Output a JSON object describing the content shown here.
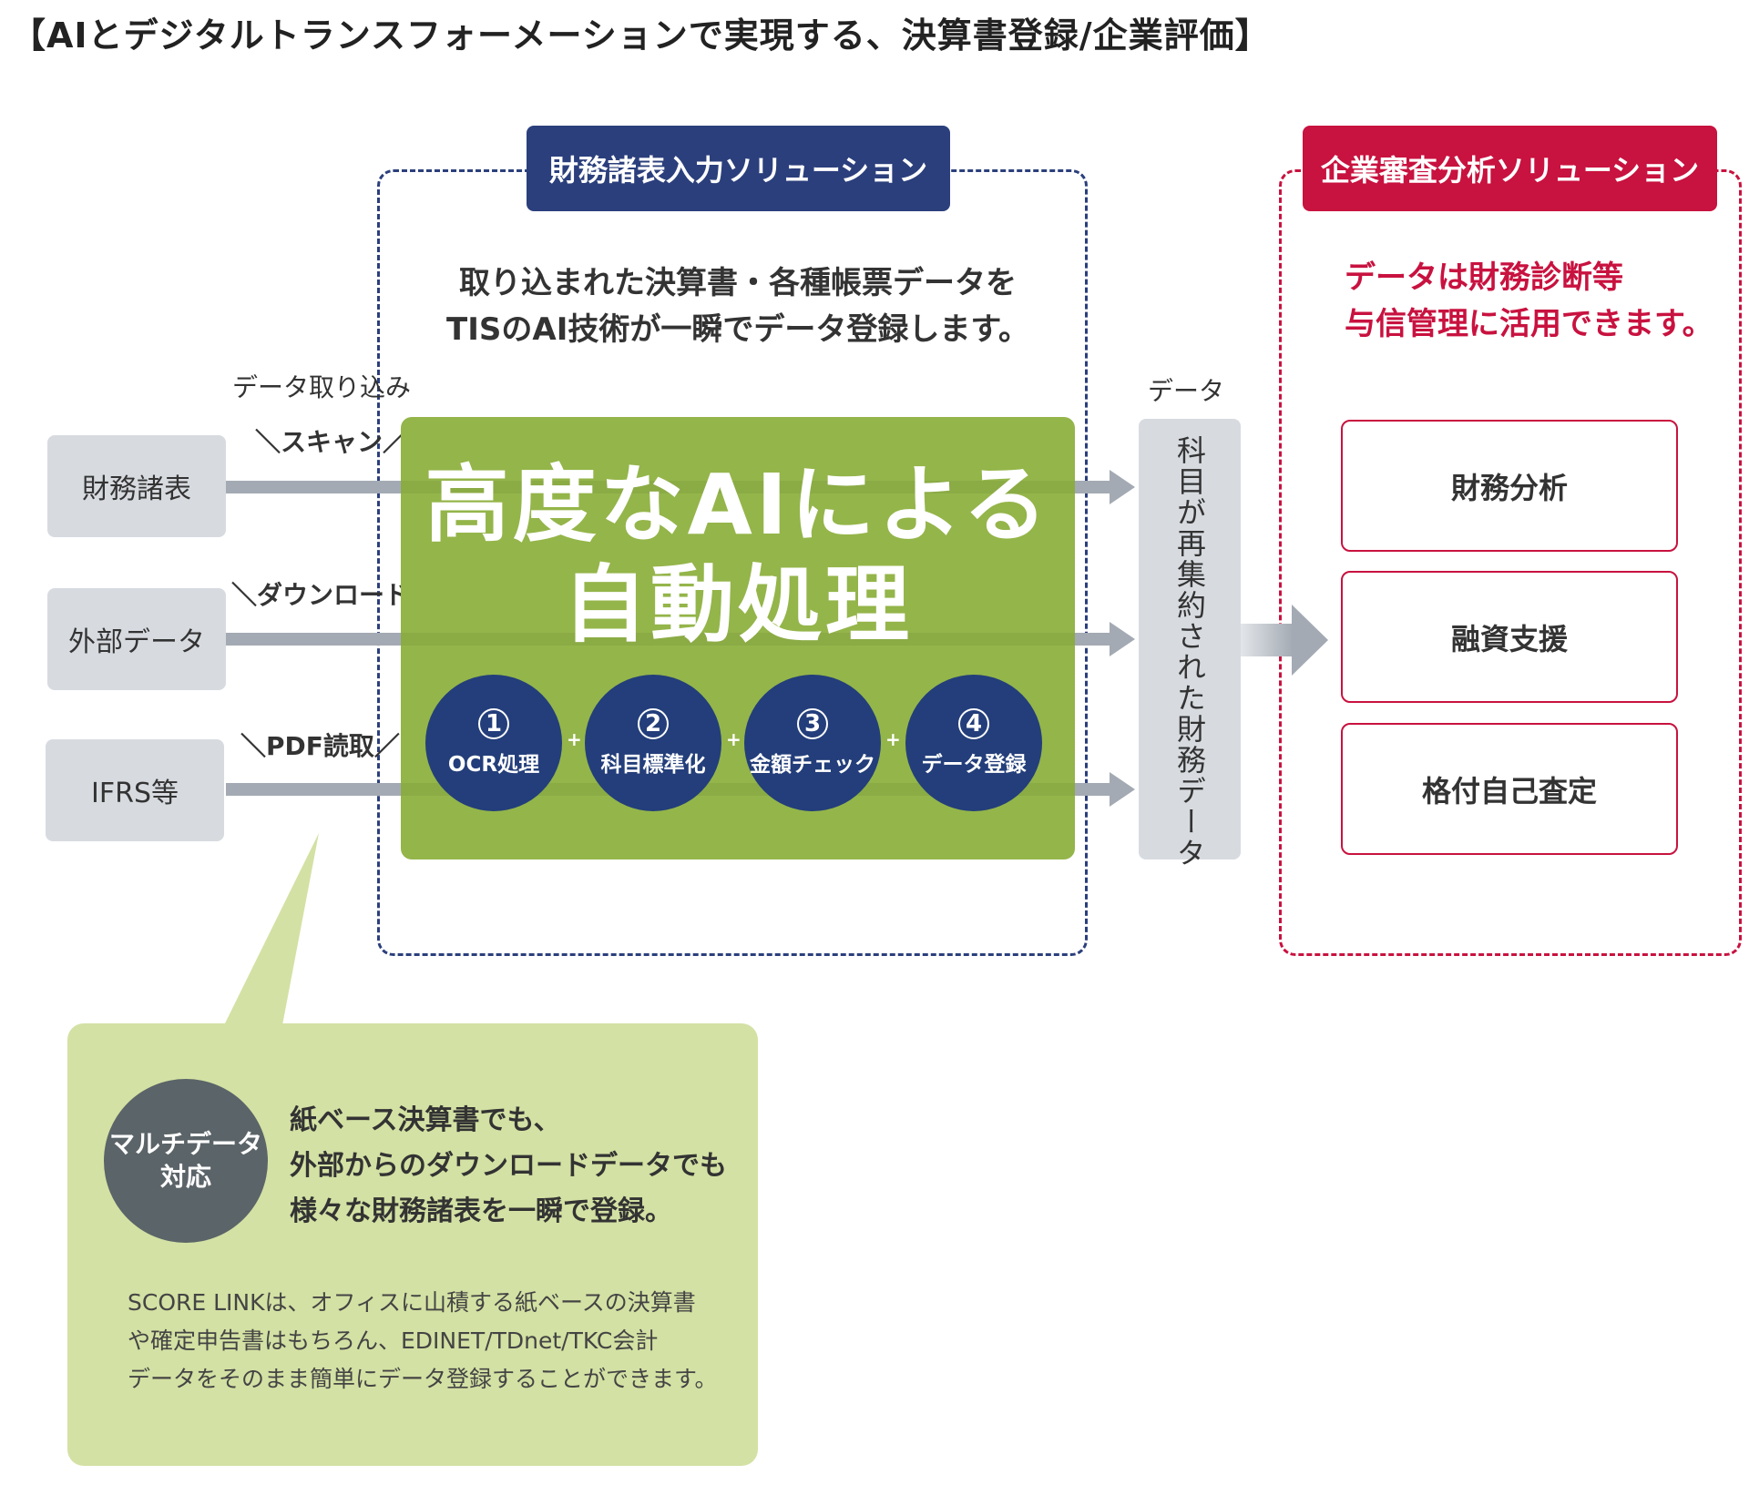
{
  "title": "【AIとデジタルトランスフォーメーションで実現する、決算書登録/企業評価】",
  "input_solution": {
    "header": "財務諸表入力ソリューション",
    "description_lines": [
      "取り込まれた決算書・各種帳票データを",
      "TISのAI技術が一瞬でデータ登録します。"
    ],
    "intake_label": "データ取り込み",
    "sources": [
      {
        "label": "財務諸表",
        "method": "＼スキャン／"
      },
      {
        "label": "外部データ",
        "method": "＼ダウンロード／"
      },
      {
        "label": "IFRS等",
        "method": "＼PDF読取／"
      }
    ],
    "ai_lines": [
      "高度なAIによる",
      "自動処理"
    ],
    "steps": [
      {
        "num": "1",
        "label": "OCR処理"
      },
      {
        "num": "2",
        "label": "科目標準化"
      },
      {
        "num": "3",
        "label": "金額チェック"
      },
      {
        "num": "4",
        "label": "データ登録"
      }
    ],
    "plus": "+"
  },
  "data_column": {
    "label": "データ",
    "text": "科目が再集約された財務データ"
  },
  "analysis_solution": {
    "header": "企業審査分析ソリューション",
    "description_lines": [
      "データは財務診断等",
      "与信管理に活用できます。"
    ],
    "outputs": [
      "財務分析",
      "融資支援",
      "格付自己査定"
    ]
  },
  "callout": {
    "circle_lines": [
      "マルチデータ",
      "対応"
    ],
    "main_lines": [
      "紙ベース決算書でも、",
      "外部からのダウンロードデータでも",
      "様々な財務諸表を一瞬で登録。"
    ],
    "sub_lines": [
      "SCORE LINKは、オフィスに山積する紙ベースの決算書",
      "や確定申告書はもちろん、EDINET/TDnet/TKC会計",
      "データをそのまま簡単にデータ登録することができます。"
    ]
  },
  "colors": {
    "navy": "#2b3f7c",
    "crimson": "#c8123f",
    "green": "#94b54a",
    "light_green": "#d3e1a4",
    "gray_box": "#d7dbe0",
    "arrow_gray": "#a3aab3"
  },
  "icons": [
    "arrow-right-icon"
  ]
}
